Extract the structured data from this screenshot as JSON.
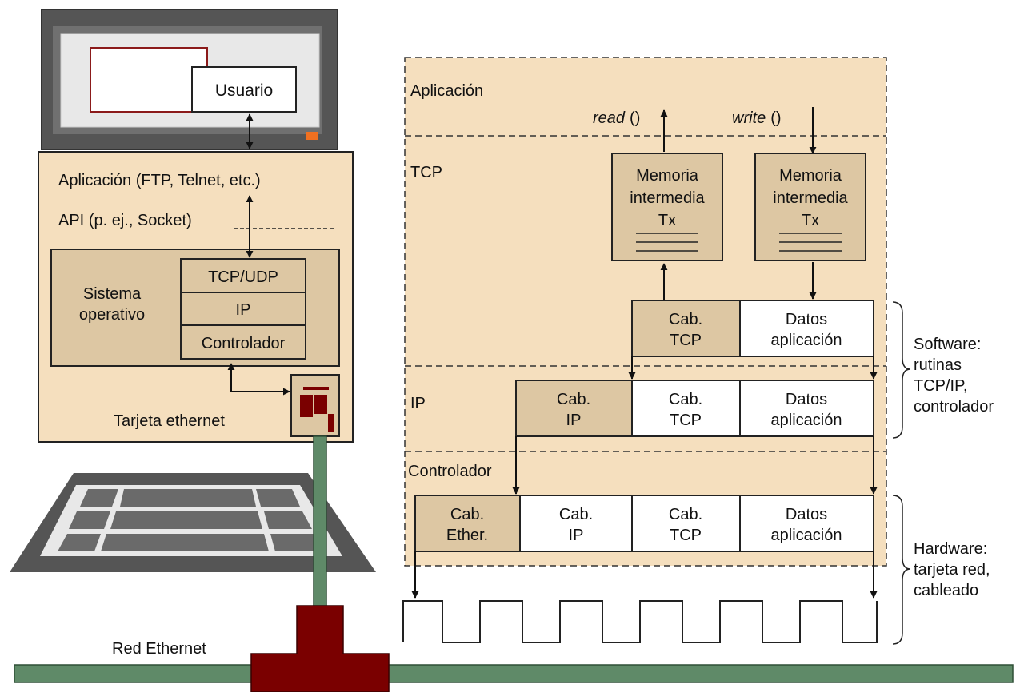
{
  "colors": {
    "beige": "#f5dfbe",
    "tan": "#ddc7a3",
    "monitor_dark": "#555555",
    "monitor_bezel": "#707070",
    "screen": "#e8e8e8",
    "window_border": "#8b1a1a",
    "led": "#f07020",
    "cable_green": "#5f8a68",
    "connector_red": "#7a0000",
    "outline": "#222222"
  },
  "computer": {
    "user_label": "Usuario",
    "app_label": "Aplicación (FTP, Telnet, etc.)",
    "api_label": "API (p. ej., Socket)",
    "os_label_line1": "Sistema",
    "os_label_line2": "operativo",
    "stack": [
      "TCP/UDP",
      "IP",
      "Controlador"
    ],
    "card_label": "Tarjeta ethernet",
    "network_label": "Red Ethernet",
    "icons": [
      "monitor-icon",
      "keyboard-icon",
      "network-card-icon",
      "network-connector-icon"
    ]
  },
  "layers": {
    "application": "Aplicación",
    "tcp": "TCP",
    "ip": "IP",
    "driver": "Controlador"
  },
  "calls": {
    "read_func": "read",
    "write_func": "write",
    "parens": "()"
  },
  "buffers": {
    "read_buffer": [
      "Memoria",
      "intermedia",
      "Tx"
    ],
    "write_buffer": [
      "Memoria",
      "intermedia",
      "Tx"
    ]
  },
  "packets": {
    "tcp_segment": [
      [
        "Cab.",
        "TCP"
      ],
      [
        "Datos",
        "aplicación"
      ]
    ],
    "ip_datagram": [
      [
        "Cab.",
        "IP"
      ],
      [
        "Cab.",
        "TCP"
      ],
      [
        "Datos",
        "aplicación"
      ]
    ],
    "ethernet_frame": [
      [
        "Cab.",
        "Ether."
      ],
      [
        "Cab.",
        "IP"
      ],
      [
        "Cab.",
        "TCP"
      ],
      [
        "Datos",
        "aplicación"
      ]
    ]
  },
  "braces": {
    "software": [
      "Software:",
      "rutinas",
      "TCP/IP,",
      "controlador"
    ],
    "hardware": [
      "Hardware:",
      "tarjeta red,",
      "cableado"
    ]
  }
}
